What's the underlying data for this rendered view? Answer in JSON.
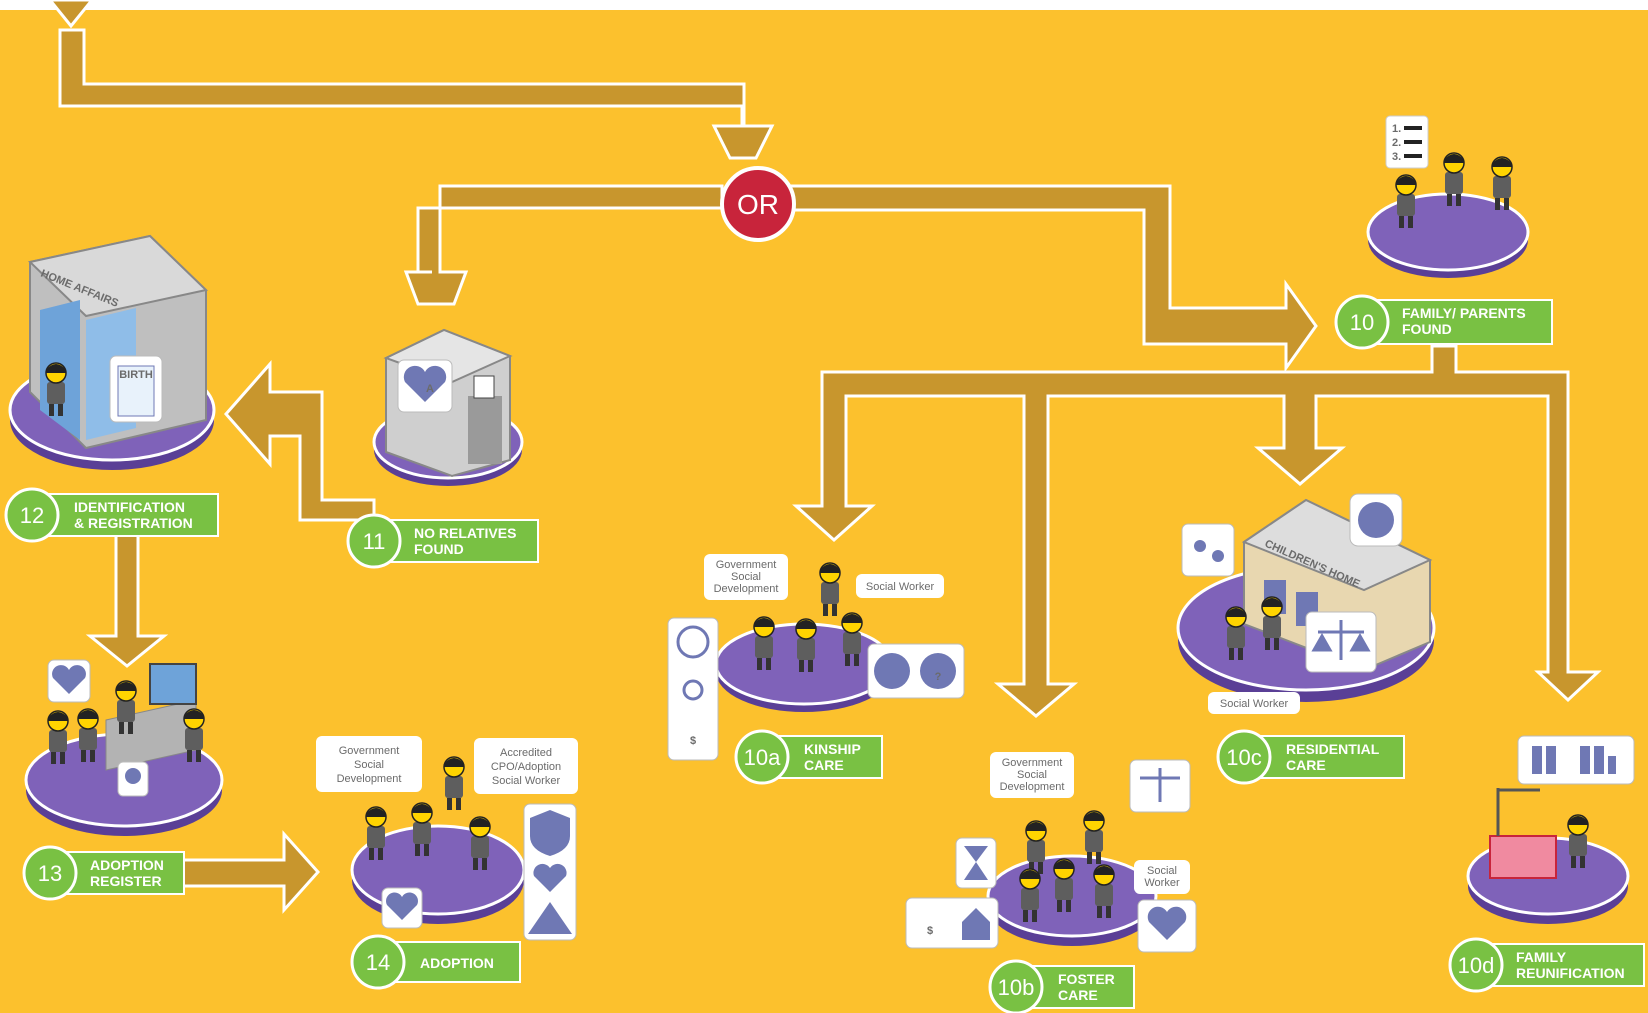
{
  "decision": {
    "or_label": "OR"
  },
  "sign_home_affairs": "HOME AFFAIRS",
  "sign_birth": "BIRTH",
  "sign_childrens_home": "CHILDREN'S HOME",
  "checklist_items": [
    "1.",
    "2.",
    "3."
  ],
  "steps": {
    "s10": {
      "num": "10",
      "line1": "FAMILY/ PARENTS",
      "line2": "FOUND"
    },
    "s10a": {
      "num": "10a",
      "line1": "KINSHIP",
      "line2": "CARE"
    },
    "s10b": {
      "num": "10b",
      "line1": "FOSTER",
      "line2": "CARE"
    },
    "s10c": {
      "num": "10c",
      "line1": "RESIDENTIAL",
      "line2": "CARE"
    },
    "s10d": {
      "num": "10d",
      "line1": "FAMILY",
      "line2": "REUNIFICATION"
    },
    "s11": {
      "num": "11",
      "line1": "NO RELATIVES",
      "line2": "FOUND"
    },
    "s12": {
      "num": "12",
      "line1": "IDENTIFICATION",
      "line2": "& REGISTRATION"
    },
    "s13": {
      "num": "13",
      "line1": "ADOPTION",
      "line2": "REGISTER"
    },
    "s14": {
      "num": "14",
      "line1": "ADOPTION",
      "line2": ""
    }
  },
  "bubbles": {
    "gov_kinship": [
      "Government",
      "Social",
      "Development"
    ],
    "sw_kinship": [
      "Social Worker"
    ],
    "gov_adoption": [
      "Government",
      "Social",
      "Development"
    ],
    "cpo_adoption": [
      "Accredited",
      "CPO/Adoption",
      "Social Worker"
    ],
    "gov_foster": [
      "Government",
      "Social",
      "Development"
    ],
    "sw_foster": [
      "Social",
      "Worker"
    ],
    "sw_residential": [
      "Social Worker"
    ]
  },
  "colors": {
    "background": "#fcc12d",
    "arrow": "#c8962d",
    "arrow_outline": "#ffffff",
    "label_green": "#79c143",
    "or_red": "#c8243b",
    "platform_purple": "#7f62b9",
    "icon_blue": "#6f78b4"
  }
}
